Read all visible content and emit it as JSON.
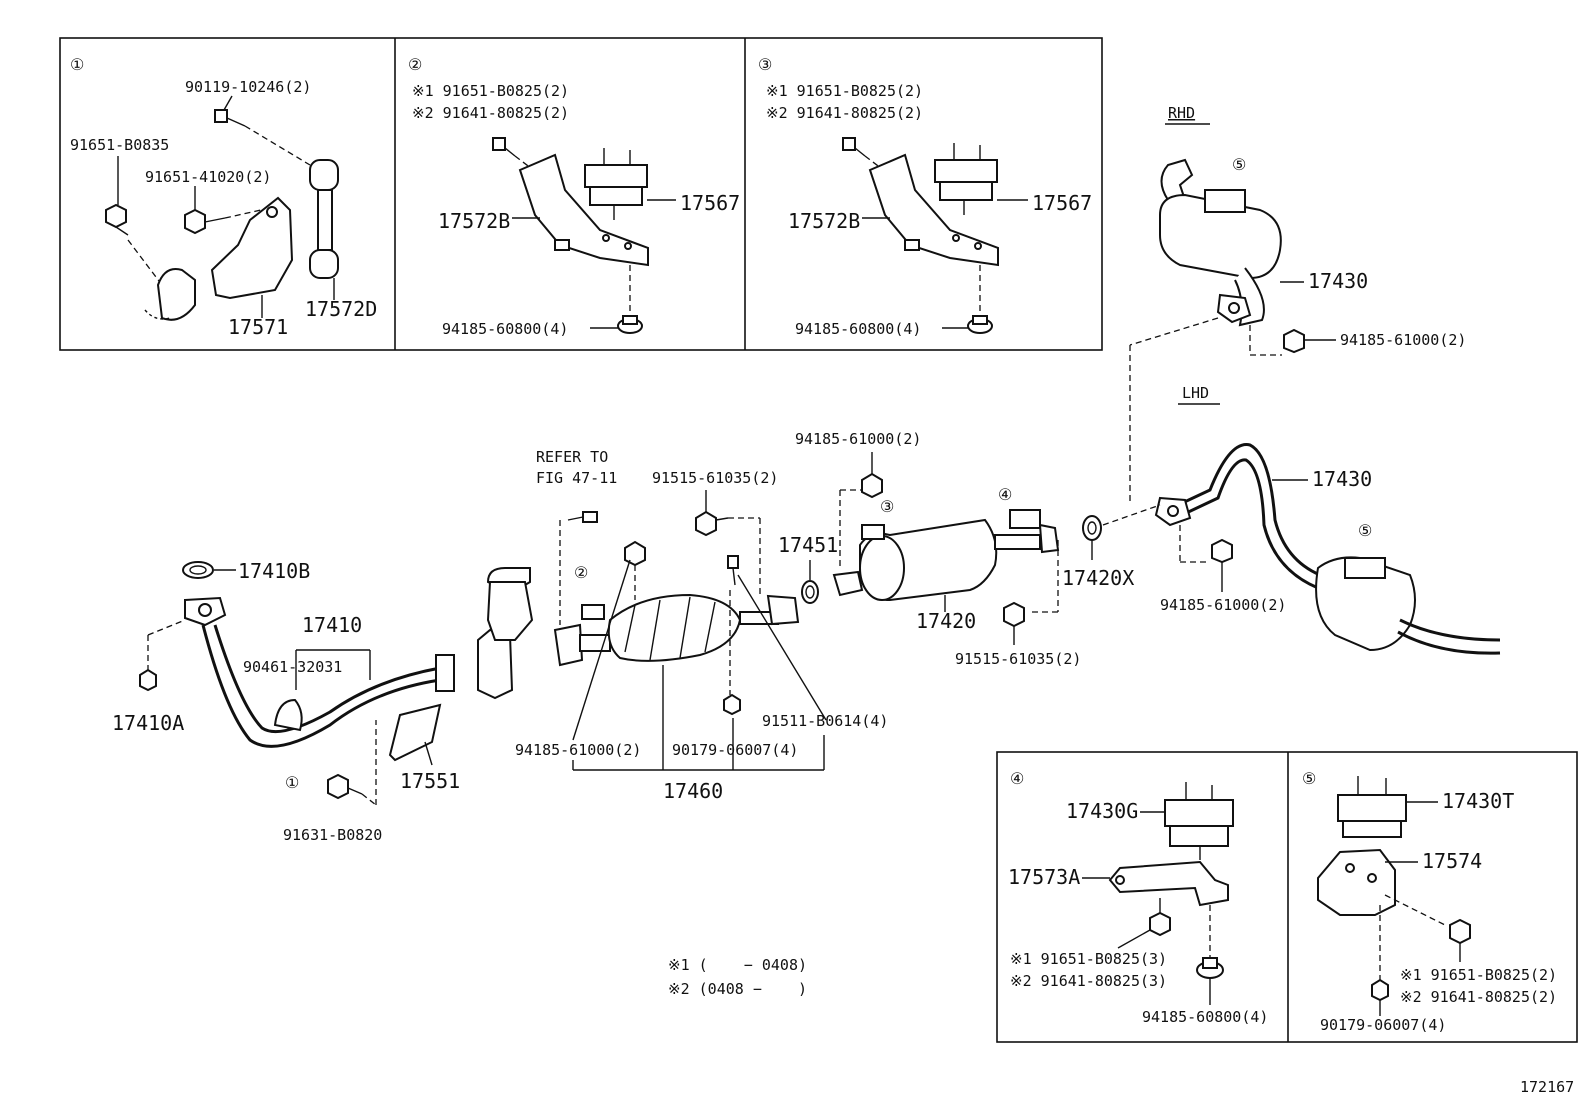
{
  "panel1": {
    "num": "①",
    "p1": "90119-10246(2)",
    "p2": "91651-B0835",
    "p3": "91651-41020(2)",
    "p4": "17571",
    "p5": "17572D"
  },
  "panel2": {
    "num": "②",
    "n1": "※1 91651-B0825(2)",
    "n2": "※2 91641-80825(2)",
    "p1": "17572B",
    "p2": "17567",
    "p3": "94185-60800(4)"
  },
  "panel3": {
    "num": "③",
    "n1": "※1 91651-B0825(2)",
    "n2": "※2 91641-80825(2)",
    "p1": "17572B",
    "p2": "17567",
    "p3": "94185-60800(4)"
  },
  "rhd": {
    "label": "RHD",
    "num": "⑤",
    "p1": "17430",
    "p2": "94185-61000(2)"
  },
  "lhd": {
    "label": "LHD",
    "p1": "17430",
    "num": "⑤",
    "p2": "94185-61000(2)"
  },
  "main": {
    "refer1": "REFER TO",
    "refer2": "FIG 47-11",
    "p17410B": "17410B",
    "p17410": "17410",
    "p90461": "90461-32031",
    "p17410A": "17410A",
    "c1": "①",
    "p91631": "91631-B0820",
    "p17551": "17551",
    "c2": "②",
    "p91515a": "91515-61035(2)",
    "p94185a": "94185-61000(2)",
    "p17451": "17451",
    "c3": "③",
    "c4": "④",
    "p17420": "17420",
    "p17420X": "17420X",
    "p91515b": "91515-61035(2)",
    "p94185b": "94185-61000(2)",
    "p90179": "90179-06007(4)",
    "p91511": "91511-B0614(4)",
    "p17460": "17460"
  },
  "notes": {
    "n1": "※1 (    − 0408)",
    "n2": "※2 (0408 −    )"
  },
  "panel4": {
    "num": "④",
    "p1": "17430G",
    "p2": "17573A",
    "n1": "※1 91651-B0825(3)",
    "n2": "※2 91641-80825(3)",
    "p3": "94185-60800(4)"
  },
  "panel5": {
    "num": "⑤",
    "p1": "17430T",
    "p2": "17574",
    "n1": "※1 91651-B0825(2)",
    "n2": "※2 91641-80825(2)",
    "p3": "90179-06007(4)"
  },
  "figure_id": "172167"
}
